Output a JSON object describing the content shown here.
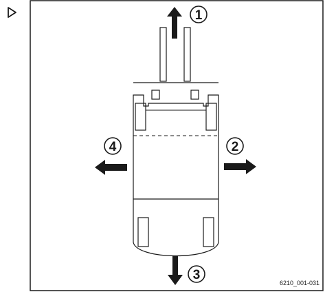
{
  "diagram": {
    "reference_code": "6210_001-031",
    "step_marker_icon": "triangle-right-outline-icon",
    "direction_labels": {
      "forward": "1",
      "right": "2",
      "backward": "3",
      "left": "4"
    }
  }
}
